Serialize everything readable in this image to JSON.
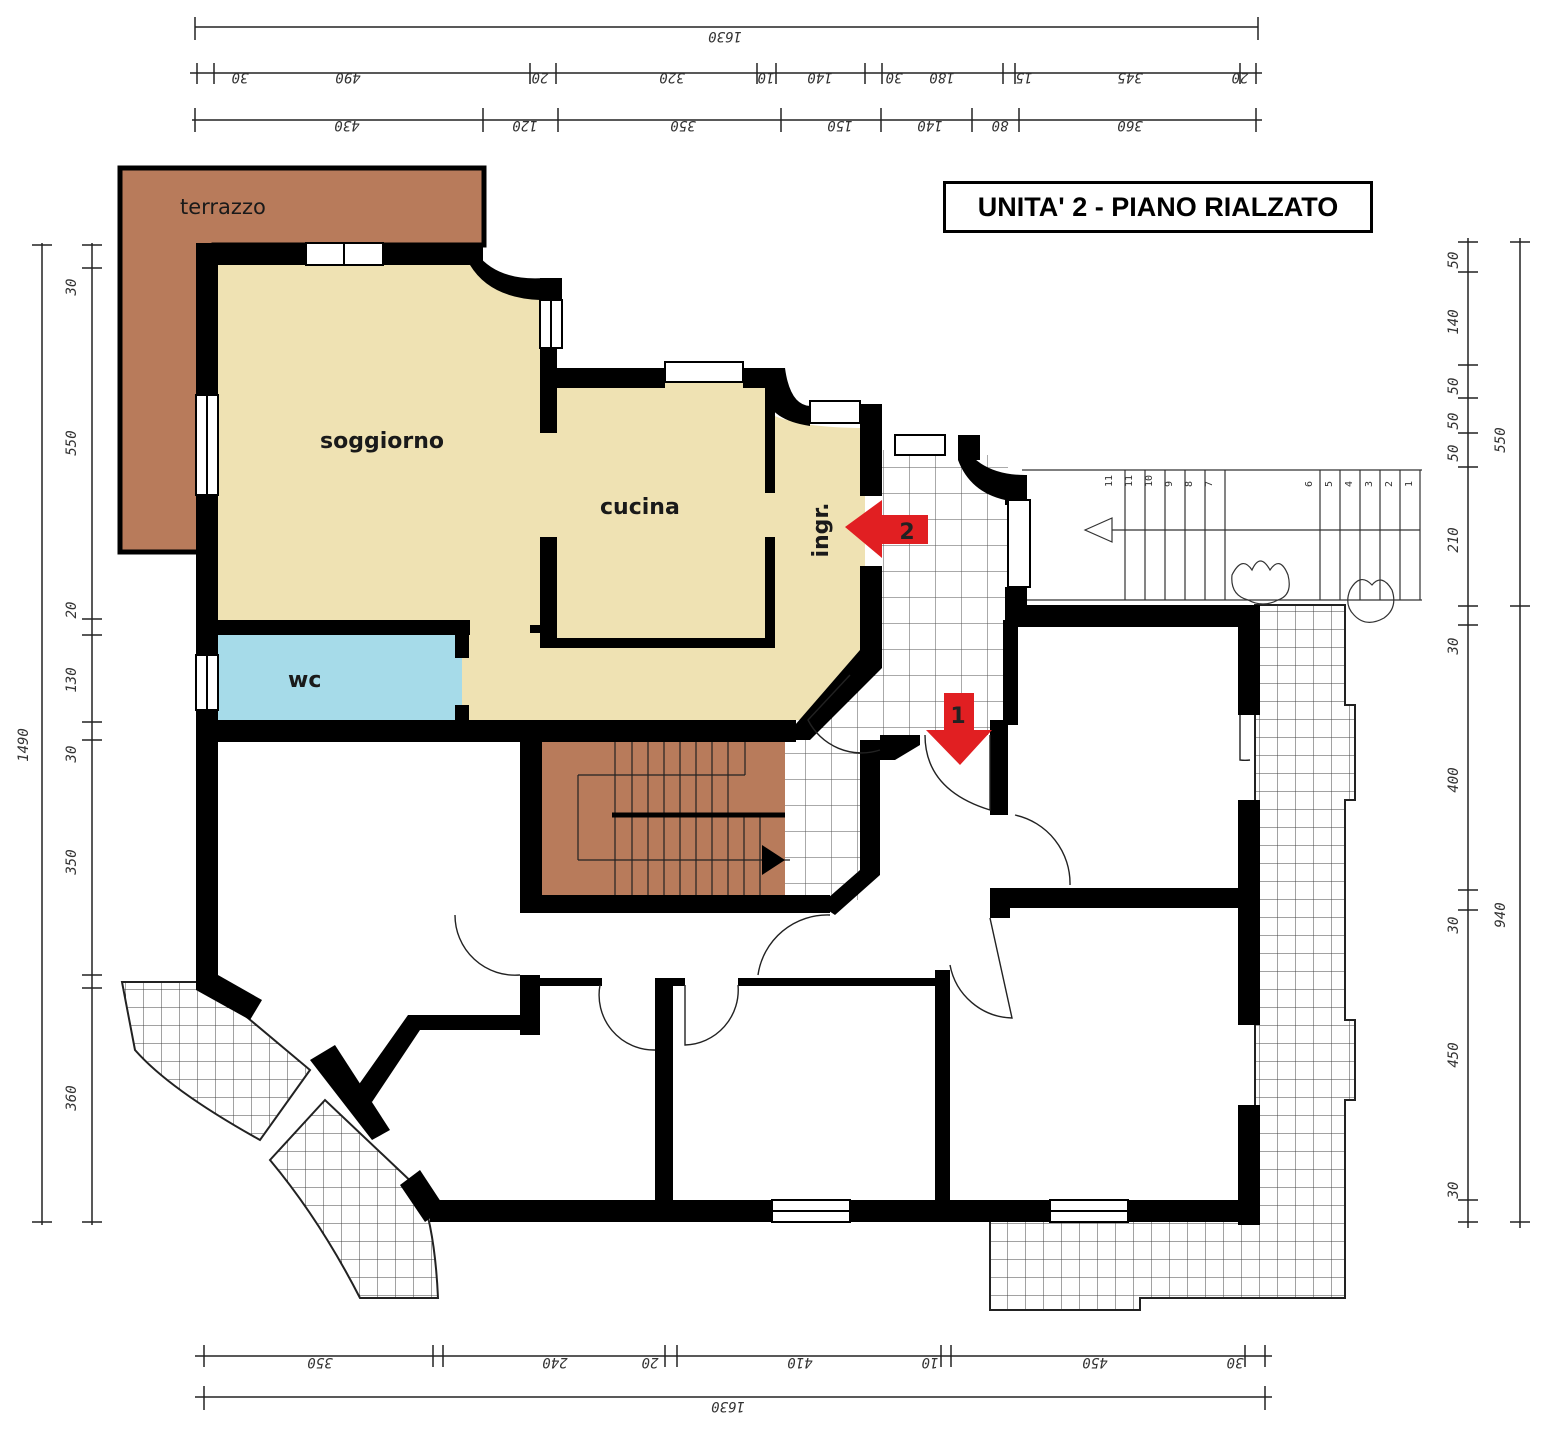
{
  "title": "UNITA' 2 - PIANO RIALZATO",
  "rooms": {
    "terrazzo": "terrazzo",
    "soggiorno": "soggiorno",
    "cucina": "cucina",
    "ingresso": "ingr.",
    "wc": "wc"
  },
  "markers": {
    "entrance_1": "1",
    "entrance_2": "2"
  },
  "dimensions": {
    "top_total": "1630",
    "top_row_2": [
      "30",
      "490",
      "20",
      "320",
      "10",
      "140",
      "30",
      "180",
      "15",
      "345",
      "20"
    ],
    "top_row_3": [
      "430",
      "120",
      "350",
      "150",
      "140",
      "80",
      "360"
    ],
    "bottom_row": [
      "350",
      "240",
      "20",
      "410",
      "10",
      "450",
      "30"
    ],
    "bottom_total": "1630",
    "left_total": "1490",
    "left_parts": [
      "30",
      "550",
      "20",
      "130",
      "30",
      "350",
      "360"
    ],
    "right_total_upper": "550",
    "right_parts_upper": [
      "50",
      "140",
      "50",
      "50",
      "50",
      "210"
    ],
    "right_total_lower": "940",
    "right_parts_lower": [
      "30",
      "400",
      "30",
      "450",
      "30"
    ],
    "stair_numbers": [
      "11",
      "11",
      "10",
      "9",
      "8",
      "7",
      "6",
      "5",
      "4",
      "3",
      "2",
      "1"
    ]
  },
  "colors": {
    "terrace": "#b87b5b",
    "living": "#efe2b3",
    "wc": "#a6dbe9",
    "stairs": "#b87b5b",
    "wall": "#000000",
    "arrow": "#e11f22"
  }
}
